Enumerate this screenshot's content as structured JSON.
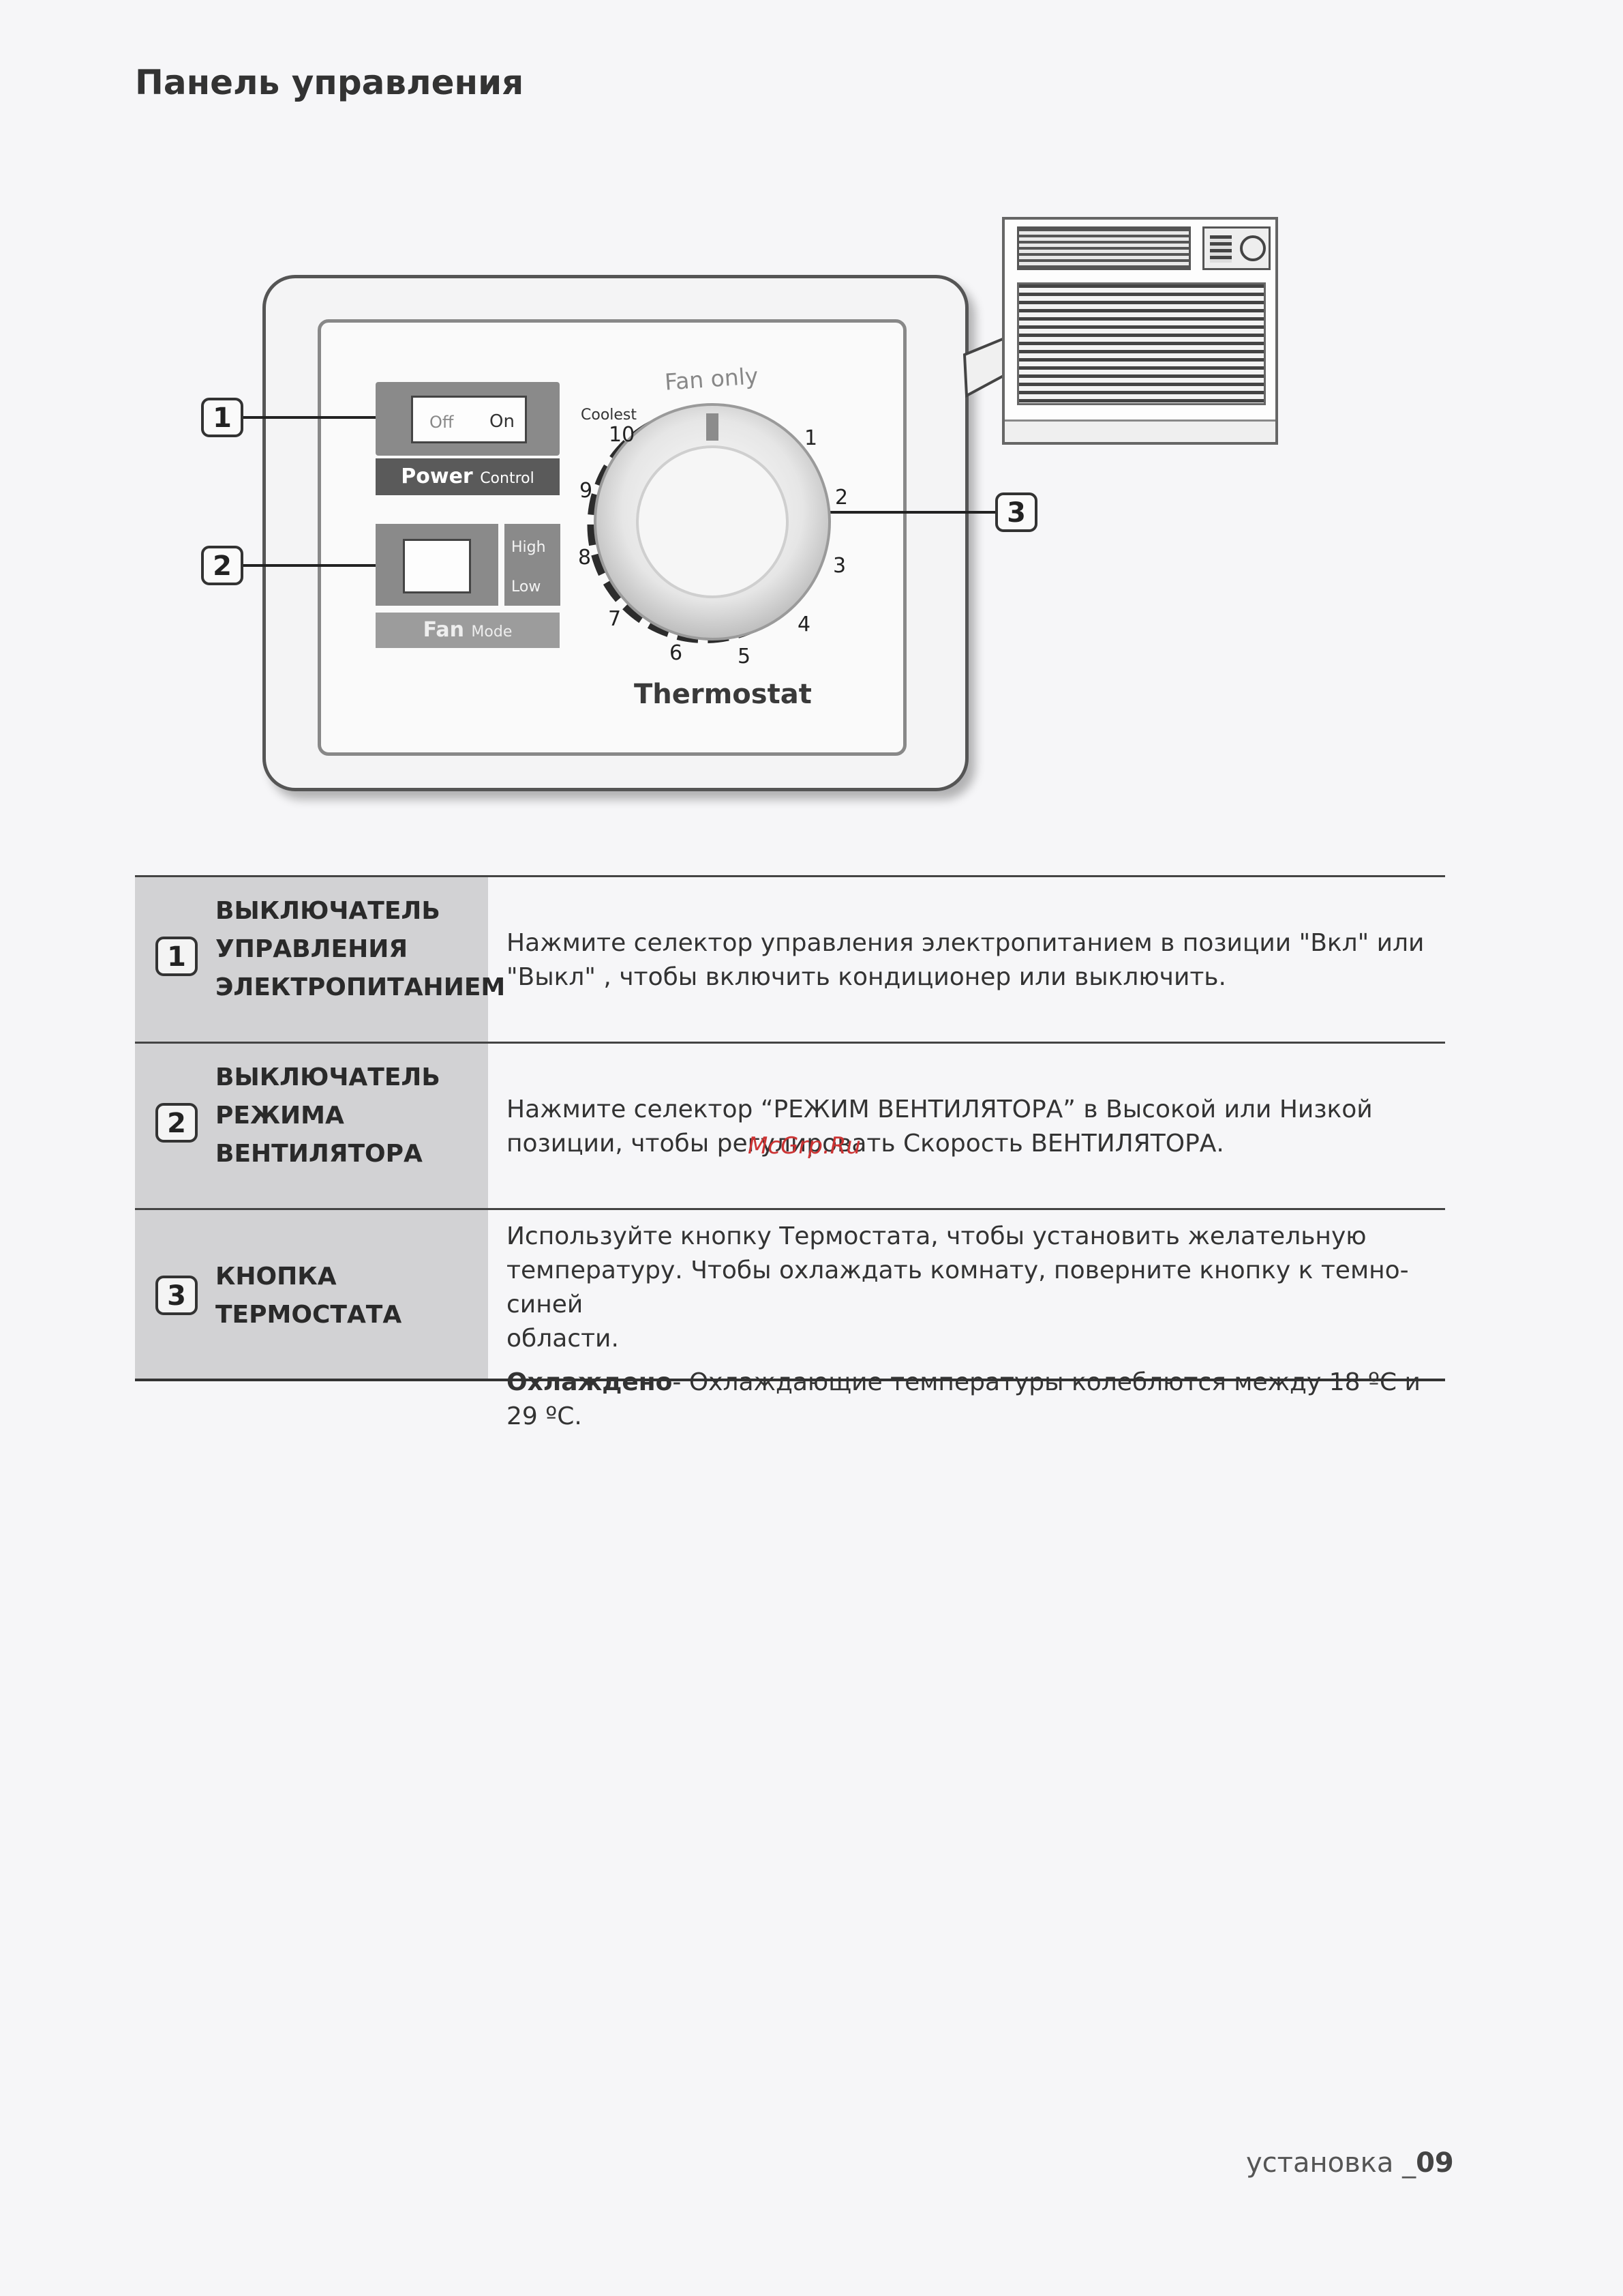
{
  "page": {
    "title": "Панель управления",
    "footer_section": "установка _",
    "footer_page": "09",
    "watermark": "McGrp.Ru"
  },
  "illustration": {
    "callouts": [
      "1",
      "2",
      "3"
    ],
    "power_switch": {
      "off": "Off",
      "on": "On",
      "label_main": "Power",
      "label_sub": "Control"
    },
    "fan_switch": {
      "high": "High",
      "low": "Low",
      "label_main": "Fan",
      "label_sub": "Mode"
    },
    "thermostat": {
      "label": "Thermostat",
      "coolest": "Coolest",
      "fan_only": "Fan only",
      "scale": [
        "1",
        "2",
        "3",
        "4",
        "5",
        "6",
        "7",
        "8",
        "9",
        "10"
      ]
    }
  },
  "table": {
    "rows": [
      {
        "num": "1",
        "name": [
          "ВЫКЛЮЧАТЕЛЬ",
          "УПРАВЛЕНИЯ",
          "ЭЛЕКТРОПИТАНИЕМ"
        ],
        "desc": [
          "Нажмите селектор управления электропитанием в позиции \"Вкл\" или",
          "\"Выкл\" , чтобы включить кондиционер или выключить."
        ]
      },
      {
        "num": "2",
        "name": [
          "ВЫКЛЮЧАТЕЛЬ",
          "РЕЖИМА",
          "ВЕНТИЛЯТОРА"
        ],
        "desc": [
          "Нажмите селектор “РЕЖИМ ВЕНТИЛЯТОРА” в Высокой или Низкой",
          "позиции, чтобы регулировать Скорость ВЕНТИЛЯТОРА."
        ]
      },
      {
        "num": "3",
        "name": [
          "КНОПКА",
          "ТЕРМОСТАТА"
        ],
        "desc": [
          "Используйте кнопку Термостата, чтобы установить желательную",
          "температуру. Чтобы охлаждать комнату, поверните кнопку к темно-синей",
          "области."
        ],
        "note_bold": "Охлаждено",
        "note_text": "- Охлаждающие температуры колеблются между 18 ºC и 29 ºC."
      }
    ]
  }
}
